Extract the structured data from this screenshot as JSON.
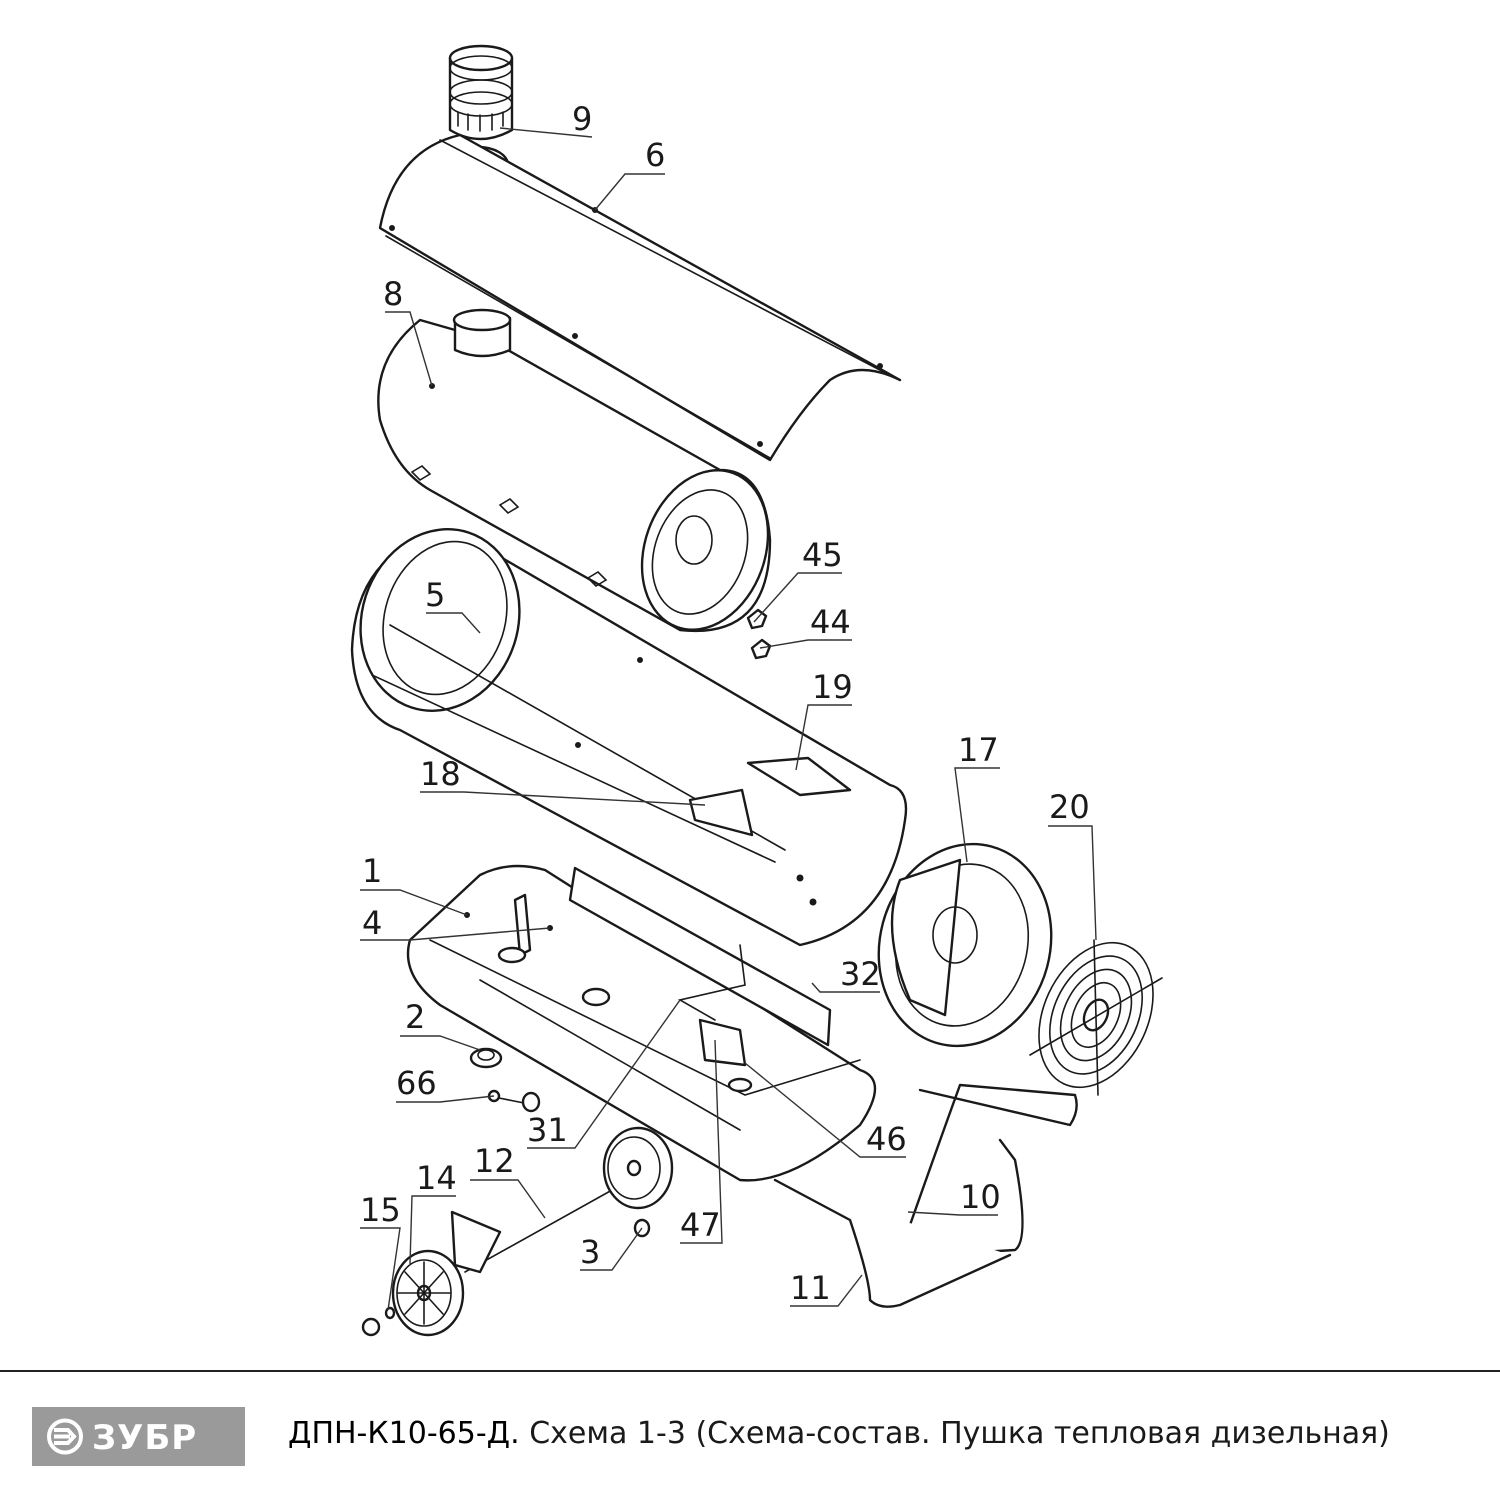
{
  "diagram": {
    "callouts": [
      {
        "id": "9",
        "label": "9"
      },
      {
        "id": "6",
        "label": "6"
      },
      {
        "id": "8",
        "label": "8"
      },
      {
        "id": "45",
        "label": "45"
      },
      {
        "id": "44",
        "label": "44"
      },
      {
        "id": "5",
        "label": "5"
      },
      {
        "id": "19",
        "label": "19"
      },
      {
        "id": "17",
        "label": "17"
      },
      {
        "id": "18",
        "label": "18"
      },
      {
        "id": "20",
        "label": "20"
      },
      {
        "id": "1",
        "label": "1"
      },
      {
        "id": "4",
        "label": "4"
      },
      {
        "id": "32",
        "label": "32"
      },
      {
        "id": "2",
        "label": "2"
      },
      {
        "id": "66",
        "label": "66"
      },
      {
        "id": "31",
        "label": "31"
      },
      {
        "id": "46",
        "label": "46"
      },
      {
        "id": "12",
        "label": "12"
      },
      {
        "id": "14",
        "label": "14"
      },
      {
        "id": "10",
        "label": "10"
      },
      {
        "id": "15",
        "label": "15"
      },
      {
        "id": "3",
        "label": "3"
      },
      {
        "id": "47",
        "label": "47"
      },
      {
        "id": "11",
        "label": "11"
      }
    ]
  },
  "footer": {
    "logo_text": "ЗУБР",
    "model": "ДПН-К10-65-Д.",
    "description": " Схема 1-3 (Схема-состав. Пушка тепловая дизельная)"
  },
  "colors": {
    "logo_bg": "#9a9a9a",
    "line": "#1a1a1a"
  }
}
